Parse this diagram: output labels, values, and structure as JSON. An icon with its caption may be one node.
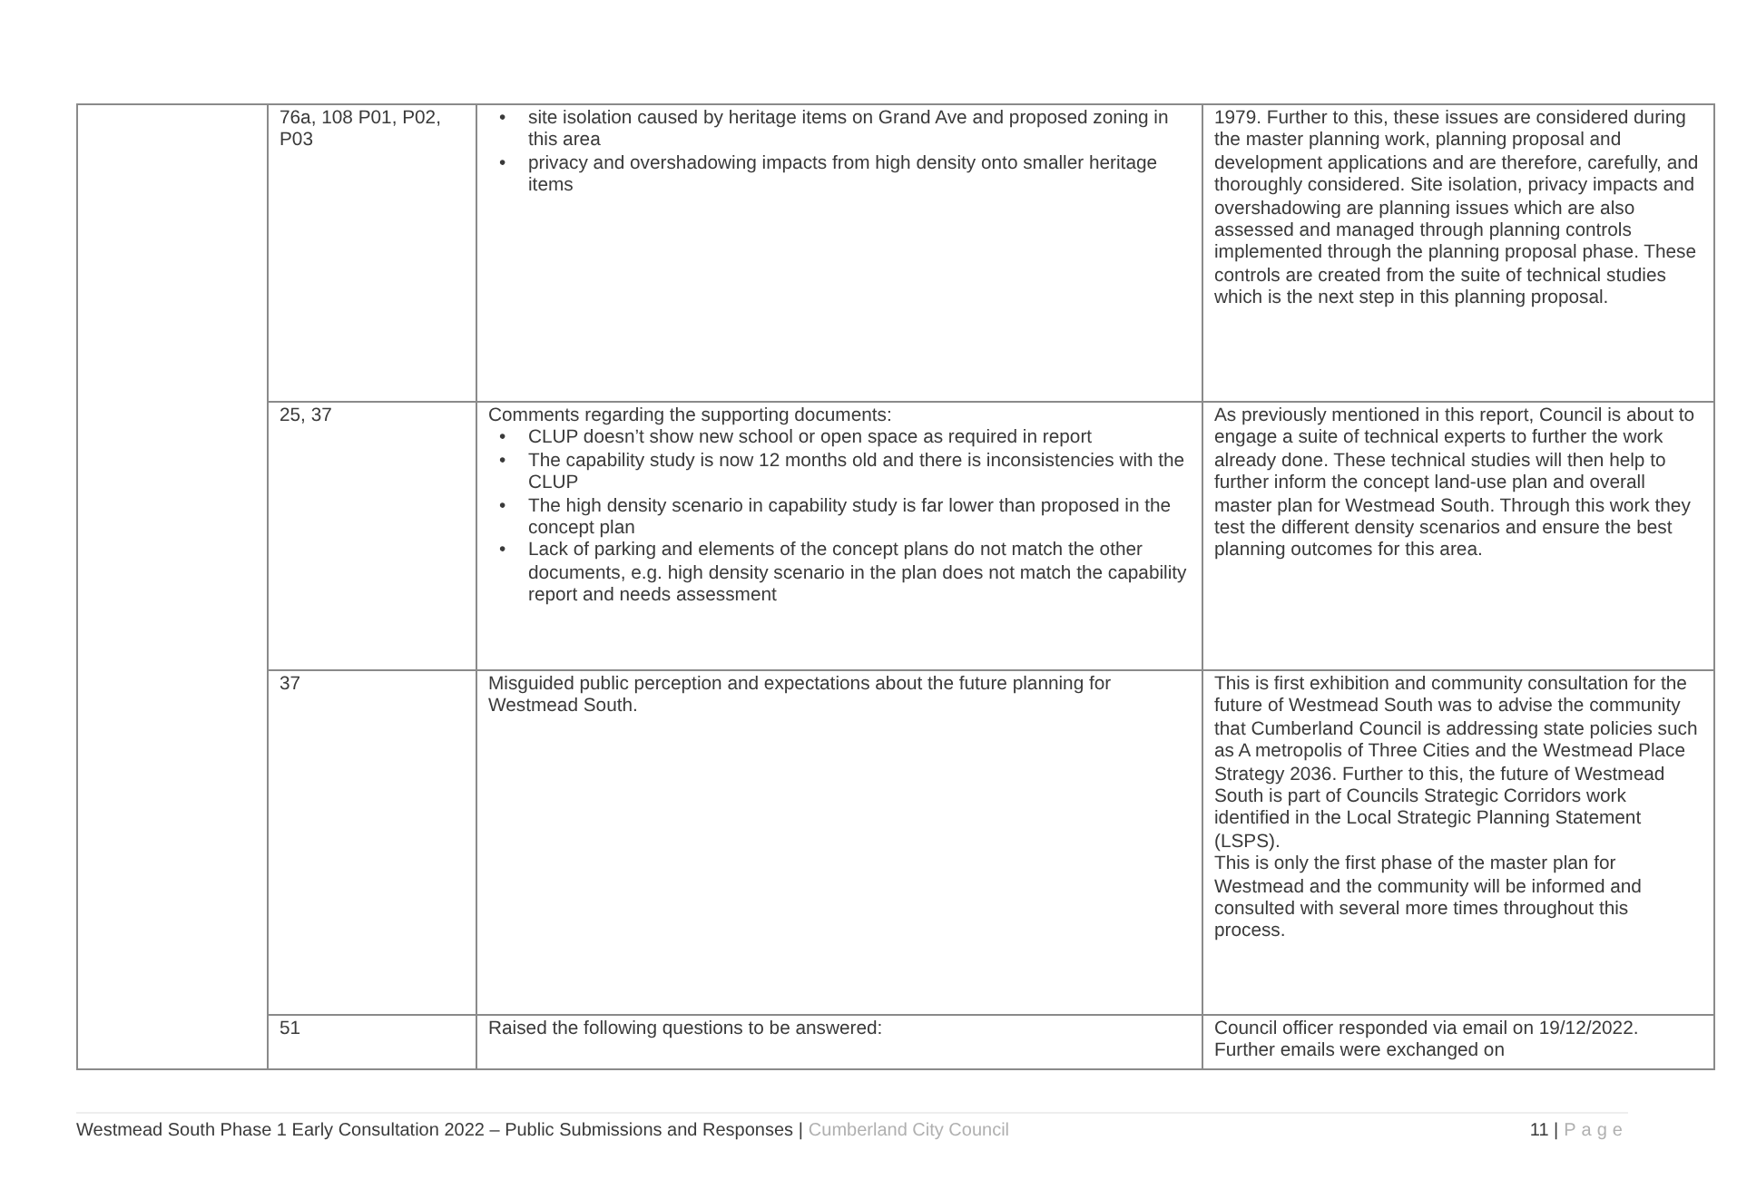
{
  "diagram": {
    "labels": [
      "76a, 108 P01, P02, P03",
      "•",
      "site isolation caused by heritage items on Grand Ave and proposed zoning in this area",
      "•",
      "privacy and overshadowing impacts from high density onto smaller heritage items",
      "1979. Further to this, these issues are considered during the master planning work, planning proposal and development applications and are therefore, carefully, and thoroughly considered. Site isolation, privacy impacts and overshadowing are planning issues which are also assessed and managed through planning controls implemented through the planning proposal phase. These controls are created from the suite of technical studies which is the next step in this planning proposal.",
      "25, 37",
      "Comments regarding the supporting documents:",
      "•",
      "CLUP doesn’t show new school or open space as required in report",
      "•",
      "The capability study is now 12 months old and there is inconsistencies with the CLUP",
      "•",
      "The high density scenario in capability study is far lower than proposed in the concept plan",
      "•",
      "Lack of parking and elements of the concept plans do not match the other documents, e.g. high density scenario in the plan does not match the capability report and needs assessment",
      "As previously mentioned in this report, Council is about to engage a suite of technical experts to further the work already done. These technical studies will then help to further inform the concept land-use plan and overall master plan for Westmead South. Through this work they test the different density scenarios and ensure the best planning outcomes for this area.",
      "37",
      "Misguided public perception and expectations about the future planning for Westmead South.",
      "This is first exhibition and community consultation for the future of Westmead South was to advise the community that Cumberland Council is addressing state policies such as A metropolis of Three Cities and the Westmead Place Strategy 2036. Further to this, the future of Westmead South is part of Councils Strategic Corridors work identified in the Local Strategic Planning Statement (LSPS).",
      "This is only the first phase of the master plan for Westmead and the community will be informed and consulted with several more times throughout this process.",
      "51",
      "Raised the following questions to be answered:",
      "Council officer responded via email on 19/12/2022. Further emails were exchanged on",
      "Westmead South Phase 1 Early Consultation 2022 – Public Submissions and Responses |",
      "Cumberland City Council",
      "11 |",
      "Page"
    ]
  }
}
